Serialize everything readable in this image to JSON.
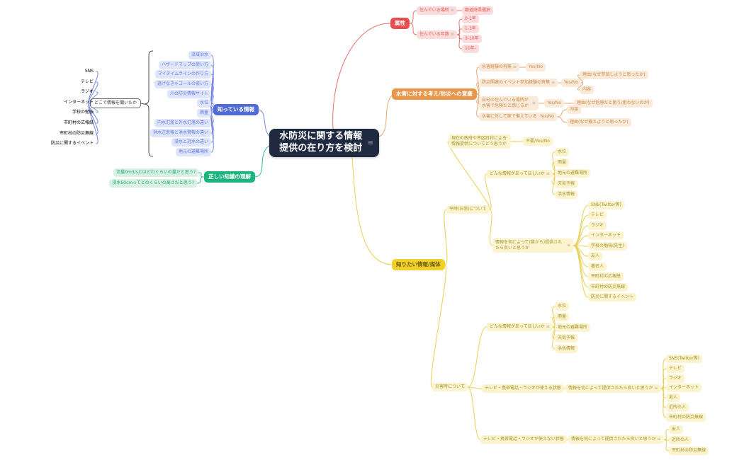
{
  "central": {
    "label": "水防災に関する情報提供の在り方を検討"
  },
  "icons": {
    "note": "≡",
    "menu": "≡"
  },
  "colors": {
    "central_bg": "#1f2940",
    "red": "#e5504e",
    "orange": "#e9964a",
    "yellow": "#f2d029",
    "blue": "#4f6bd8",
    "green": "#1cb47e"
  },
  "branches": [
    {
      "id": "attr",
      "color": "red",
      "label": "属性",
      "children": [
        {
          "id": "place",
          "label": "住んでいる場所",
          "icon": true,
          "children": [
            {
              "id": "pref",
              "label": "都道府県選択"
            }
          ]
        },
        {
          "id": "years",
          "label": "住んでいる年数",
          "icon": true,
          "children": [
            {
              "id": "y0",
              "label": "0-1年"
            },
            {
              "id": "y1",
              "label": "1-3年"
            },
            {
              "id": "y2",
              "label": "3-10年"
            },
            {
              "id": "y3",
              "label": "10年-"
            }
          ]
        }
      ]
    },
    {
      "id": "mind",
      "color": "orange",
      "label": "水害に対する考え/防災への意識",
      "children": [
        {
          "id": "exp",
          "label": "水害経験の有無",
          "icon": true,
          "children": [
            {
              "id": "expyn",
              "label": "Yes/No"
            }
          ]
        },
        {
          "id": "event",
          "label": "防災関連のイベント参加経験の有無",
          "icon": true,
          "children": [
            {
              "id": "eventyn",
              "label": "Yes/No",
              "children": [
                {
                  "id": "eventr",
                  "label": "理由(なぜ参加しようと思ったか)"
                },
                {
                  "id": "eventc",
                  "label": "内容"
                }
              ]
            }
          ]
        },
        {
          "id": "danger",
          "label": "自分の住んでいる場所が水害で危険だと感じるか",
          "icon": true,
          "children": [
            {
              "id": "dangeryn",
              "label": "Yes/No",
              "children": [
                {
                  "id": "dangerr",
                  "label": "理由(なぜ危険だと思う/思わないのか)"
                }
              ]
            }
          ]
        },
        {
          "id": "prep",
          "label": "水害に対して家で備えているか",
          "icon": true,
          "children": [
            {
              "id": "prepyn",
              "label": "Yes/No",
              "children": [
                {
                  "id": "prepc",
                  "label": "内容"
                },
                {
                  "id": "prepr",
                  "label": "理由(なぜ備えようと思ったか)"
                }
              ]
            }
          ]
        }
      ]
    },
    {
      "id": "want",
      "color": "yellow",
      "label": "知りたい情報/媒体",
      "children": [
        {
          "id": "heiji",
          "label": "平時(日常)について",
          "children": [
            {
              "id": "q1",
              "label": "現在の政府や市区町村による情報提供についてどう思うか",
              "children": [
                {
                  "id": "q1a",
                  "label": "不要/Yes/No"
                }
              ]
            },
            {
              "id": "q2",
              "label": "どんな情報があってほしいか",
              "icon": true,
              "children": [
                {
                  "id": "iw1",
                  "label": "水位"
                },
                {
                  "id": "iw2",
                  "label": "雨量"
                },
                {
                  "id": "iw3",
                  "label": "地元の避難場所"
                },
                {
                  "id": "iw4",
                  "label": "天気予報"
                },
                {
                  "id": "iw5",
                  "label": "洪水情報"
                }
              ]
            },
            {
              "id": "q3",
              "label": "情報を何によって(誰から)提供されたら良いと思うか",
              "icon": true,
              "children": [
                {
                  "id": "m1",
                  "label": "SNS(Twitter等)"
                },
                {
                  "id": "m2",
                  "label": "テレビ"
                },
                {
                  "id": "m3",
                  "label": "ラジオ"
                },
                {
                  "id": "m4",
                  "label": "インターネット"
                },
                {
                  "id": "m5",
                  "label": "学校の勉強(先生)"
                },
                {
                  "id": "m6",
                  "label": "友人"
                },
                {
                  "id": "m7",
                  "label": "著名人"
                },
                {
                  "id": "m8",
                  "label": "市町村の広報紙"
                },
                {
                  "id": "m9",
                  "label": "市町村の防災無線"
                },
                {
                  "id": "m10",
                  "label": "防災に関するイベント"
                }
              ]
            }
          ]
        },
        {
          "id": "saigai",
          "label": "災害時について",
          "children": [
            {
              "id": "q4",
              "label": "どんな情報があってほしいか",
              "icon": true,
              "children": [
                {
                  "id": "j1",
                  "label": "水位"
                },
                {
                  "id": "j2",
                  "label": "雨量"
                },
                {
                  "id": "j3",
                  "label": "地元の避難場所"
                },
                {
                  "id": "j4",
                  "label": "天気予報"
                },
                {
                  "id": "j5",
                  "label": "洪水情報"
                }
              ]
            },
            {
              "id": "q5",
              "label": "テレビ・携帯電話・ラジオが使える状態",
              "children": [
                {
                  "id": "q5b",
                  "label": "情報を何によって提供されたら良いと思うか",
                  "icon": true,
                  "children": [
                    {
                      "id": "n1",
                      "label": "SNS(Twitter等)"
                    },
                    {
                      "id": "n2",
                      "label": "テレビ"
                    },
                    {
                      "id": "n3",
                      "label": "ラジオ"
                    },
                    {
                      "id": "n4",
                      "label": "インターネット"
                    },
                    {
                      "id": "n5",
                      "label": "友人"
                    },
                    {
                      "id": "n6",
                      "label": "近所の人"
                    },
                    {
                      "id": "n7",
                      "label": "市町村の防災無線"
                    }
                  ]
                }
              ]
            },
            {
              "id": "q6",
              "label": "テレビ・携帯電話・ラジオが使えない状態",
              "children": [
                {
                  "id": "q6b",
                  "label": "情報を何によって提供されたら良いと思うか",
                  "icon": true,
                  "children": [
                    {
                      "id": "p1",
                      "label": "友人"
                    },
                    {
                      "id": "p2",
                      "label": "近所の人"
                    },
                    {
                      "id": "p3",
                      "label": "市町村の防災無線"
                    }
                  ]
                }
              ]
            }
          ]
        }
      ]
    },
    {
      "id": "know",
      "color": "blue",
      "label": "知っている情報",
      "children": [
        {
          "id": "k1",
          "label": "流域治水"
        },
        {
          "id": "k2",
          "label": "ハザードマップの使い方"
        },
        {
          "id": "k3",
          "label": "マイタイムラインの作り方"
        },
        {
          "id": "k4",
          "label": "逃げなきゃコールの使い方"
        },
        {
          "id": "k5",
          "label": "川の防災情報サイト"
        },
        {
          "id": "k6",
          "label": "水位"
        },
        {
          "id": "k7",
          "label": "雨量"
        },
        {
          "id": "k8",
          "label": "内水氾濫と外水氾濫の違い"
        },
        {
          "id": "k9",
          "label": "洪水注意報と洪水警報の違い"
        },
        {
          "id": "k10",
          "label": "浸水と冠水の違い"
        },
        {
          "id": "k11",
          "label": "地元の避難場所"
        }
      ]
    },
    {
      "id": "correct",
      "color": "green",
      "label": "正しい知識の理解",
      "children": [
        {
          "id": "c1",
          "label": "流量0m3/sとはどれくらいの量だと思う?"
        },
        {
          "id": "c2",
          "label": "浸水50cmってどのくらいの高さだと思う?"
        }
      ]
    }
  ],
  "summary": {
    "id": "where",
    "label": "どこで情報を聞いたか",
    "children": [
      {
        "id": "w1",
        "label": "SNS"
      },
      {
        "id": "w2",
        "label": "テレビ"
      },
      {
        "id": "w3",
        "label": "ラジオ"
      },
      {
        "id": "w4",
        "label": "インターネット"
      },
      {
        "id": "w5",
        "label": "学校の勉強"
      },
      {
        "id": "w6",
        "label": "市町村の広報紙"
      },
      {
        "id": "w7",
        "label": "市町村の防災無線"
      },
      {
        "id": "w8",
        "label": "防災に関するイベント"
      }
    ]
  }
}
